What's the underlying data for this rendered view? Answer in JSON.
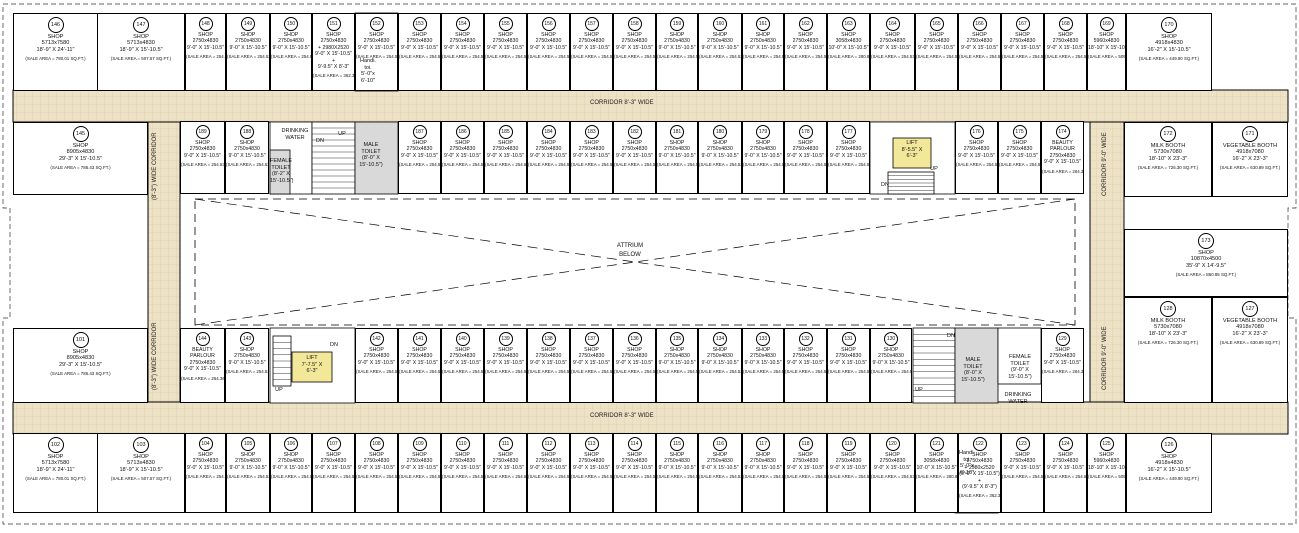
{
  "plan": {
    "corridor_top_label": "CORRIDOR 8'-3\" WIDE",
    "corridor_bottom_label": "CORRIDOR 8'-3\" WIDE",
    "corridor_left_top_label": "(8'-3\") WIDE CORRIDOR",
    "corridor_left_bottom_label": "(8'-3\") WIDE CORRIDOR",
    "corridor_right_top_label": "CORRIDOR 9'-0\" WIDE",
    "corridor_right_bottom_label": "CORRIDOR 9'-0\" WIDE",
    "atrium_line1": "ATTRIUM",
    "atrium_line2": "BELOW",
    "lift_top": [
      "LIFT",
      "8'-5.5\" X",
      "6'-3\""
    ],
    "lift_bottom": [
      "LIFT",
      "7'-7.5\" X",
      "6'-3\""
    ],
    "drinking_water_top": [
      "DRINKING",
      "WATER"
    ],
    "drinking_water_bottom": [
      "DRINKING",
      "WATER"
    ],
    "male_toilet_top": [
      "MALE",
      "TOILET",
      "(8'-0\" X",
      "15'-10.5\")"
    ],
    "female_toilet_top": [
      "FEMALE",
      "TOILET",
      "(8'-2\" X",
      "15'-10.5\")"
    ],
    "male_toilet_bottom": [
      "MALE",
      "TOILET",
      "(8'-0\" X",
      "15'-10.5\")"
    ],
    "female_toilet_bottom": [
      "FEMALE",
      "TOILET",
      "(9'-0\" X",
      "15'-10.5\")"
    ],
    "handi_top": [
      "Handi.",
      "toi.",
      "5'-0\"x",
      "6'-10\""
    ],
    "handi_bottom": [
      "Handi.",
      "toi.",
      "5'-0\"x",
      "6'-10\""
    ],
    "up_label": "UP",
    "dn_label": "DN"
  },
  "std": {
    "title": "SHOP",
    "dim": "2750x4830",
    "ft": "9'-0\" X 15'-10.5\"",
    "area": "(SALE AREA = 254.53 SQ.FT.)"
  },
  "top_row": [
    {
      "n": "147",
      "l": [
        "SHOP",
        "5713x4830",
        "18'-9\" X 15'-10.5\""
      ],
      "a": "(SALE AREA = 507.57 SQ.FT.)"
    },
    {
      "n": "148"
    },
    {
      "n": "149"
    },
    {
      "n": "150"
    },
    {
      "n": "151",
      "l": [
        "SHOP",
        "2750x4830",
        "+ 2980X2520",
        "9'-0\" X 15'-10.5\"",
        "+",
        "9'-9.5\" X 8'-3\""
      ],
      "a": "(SALE AREA = 362.36 SQ.FT.)"
    },
    {
      "n": "152"
    },
    {
      "n": "153"
    },
    {
      "n": "154"
    },
    {
      "n": "155"
    },
    {
      "n": "156"
    },
    {
      "n": "157"
    },
    {
      "n": "158"
    },
    {
      "n": "159"
    },
    {
      "n": "160"
    },
    {
      "n": "161"
    },
    {
      "n": "162"
    },
    {
      "n": "163",
      "l": [
        "SHOP",
        "3058x4830",
        "10'-0\" X 15'-10.5\""
      ],
      "a": "(SALE AREA = 280.80 SQ.FT.)"
    },
    {
      "n": "164"
    },
    {
      "n": "165"
    },
    {
      "n": "166"
    },
    {
      "n": "167"
    },
    {
      "n": "168"
    },
    {
      "n": "169",
      "l": [
        "SHOP",
        "5960x4830",
        "18'-10\" X 15'-10.5\""
      ],
      "a": "(SALE AREA = 509.05 SQ.FT.)"
    },
    {
      "n": "170",
      "l": [
        "SHOP",
        "4918x4830",
        "16'-2\" X 15'-10.5\""
      ],
      "a": "(SALE AREA = 449.90 SQ.FT.)"
    }
  ],
  "bottom_row": [
    {
      "n": "103",
      "l": [
        "SHOP",
        "5713x4830",
        "18'-9\" X 15'-10.5\""
      ],
      "a": "(SALE AREA = 507.57 SQ.FT.)"
    },
    {
      "n": "104"
    },
    {
      "n": "105"
    },
    {
      "n": "106"
    },
    {
      "n": "107"
    },
    {
      "n": "108"
    },
    {
      "n": "109"
    },
    {
      "n": "110"
    },
    {
      "n": "111"
    },
    {
      "n": "112"
    },
    {
      "n": "113"
    },
    {
      "n": "114"
    },
    {
      "n": "115"
    },
    {
      "n": "116"
    },
    {
      "n": "117"
    },
    {
      "n": "118"
    },
    {
      "n": "119"
    },
    {
      "n": "120"
    },
    {
      "n": "121",
      "l": [
        "SHOP",
        "3058x4830",
        "10'-0\" X 15'-10.5\""
      ],
      "a": "(SALE AREA = 280.80 SQ.FT.)"
    },
    {
      "n": "122",
      "l": [
        "SHOP",
        "2750x4830",
        "+ 2980x2520",
        "(9'-0\" X 15'-10.5\")",
        "+",
        "(9'-9.5\" X 8'-3\")"
      ],
      "a": "(SALE AREA = 362.36 SQ.FT.)"
    },
    {
      "n": "123"
    },
    {
      "n": "124"
    },
    {
      "n": "125",
      "l": [
        "SHOP",
        "5960x4830",
        "18'-10\" X 15'-10.5\""
      ],
      "a": "(SALE AREA = 509.05 SQ.FT.)"
    },
    {
      "n": "126",
      "l": [
        "SHOP",
        "4918x4830",
        "16'-2\" X 15'-10.5\""
      ],
      "a": "(SALE AREA = 449.90 SQ.FT.)"
    }
  ],
  "inner_top": [
    {
      "n": "189"
    },
    {
      "n": "188"
    },
    {
      "n": "187"
    },
    {
      "n": "186"
    },
    {
      "n": "185"
    },
    {
      "n": "184"
    },
    {
      "n": "183"
    },
    {
      "n": "182"
    },
    {
      "n": "181"
    },
    {
      "n": "180"
    },
    {
      "n": "179"
    },
    {
      "n": "178"
    },
    {
      "n": "177"
    },
    {
      "n": "176"
    },
    {
      "n": "175"
    },
    {
      "n": "174",
      "l": [
        "BEAUTY",
        "PARLOUR",
        "2750x4830",
        "9'-0\" X 15'-10.5\""
      ],
      "a": "(SALE AREA = 264.36 SQ.FT.)"
    }
  ],
  "inner_bottom": [
    {
      "n": "144",
      "l": [
        "BEAUTY",
        "PARLOUR",
        "2750x4830",
        "9'-0\" X 15'-10.5\""
      ],
      "a": "(SALE AREA = 264.36 SQ.FT.)"
    },
    {
      "n": "143"
    },
    {
      "n": "142"
    },
    {
      "n": "141"
    },
    {
      "n": "140"
    },
    {
      "n": "139"
    },
    {
      "n": "138"
    },
    {
      "n": "137"
    },
    {
      "n": "136"
    },
    {
      "n": "135"
    },
    {
      "n": "134"
    },
    {
      "n": "133"
    },
    {
      "n": "132"
    },
    {
      "n": "131"
    },
    {
      "n": "130"
    },
    {
      "n": "129",
      "l": [
        "SHOP",
        "2750x4830",
        "9'-0\" X 15'-10.5\""
      ],
      "a": "(SALE AREA = 264.36 SQ.FT.)"
    }
  ],
  "left_side": [
    {
      "n": "146",
      "l": [
        "SHOP",
        "5713x7580",
        "18'-9\" X 24'-11\""
      ],
      "a": "(SALE AREA = 780.01 SQ.FT.)"
    },
    {
      "n": "145",
      "l": [
        "SHOP",
        "8905x4830",
        "29'-3\" X 15'-10.5\""
      ],
      "a": "(SALE AREA = 786.43 SQ.FT.)"
    },
    {
      "n": "101",
      "l": [
        "SHOP",
        "8905x4830",
        "29'-3\" X 15'-10.5\""
      ],
      "a": "(SALE AREA = 786.43 SQ.FT.)"
    },
    {
      "n": "102",
      "l": [
        "SHOP",
        "5713x7580",
        "18'-9\" X 24'-11\""
      ],
      "a": "(SALE AREA = 780.01 SQ.FT.)"
    }
  ],
  "right_side": [
    {
      "n": "172",
      "l": [
        "MILK BOOTH",
        "5730x7080",
        "18'-10\" X 23'-3\""
      ],
      "a": "(SALE AREA = 726.30 SQ.FT.)"
    },
    {
      "n": "171",
      "l": [
        "VEGETABLE BOOTH",
        "4918x7080",
        "16'-2\" X 23'-3\""
      ],
      "a": "(SALE AREA = 630.89 SQ.FT.)"
    },
    {
      "n": "173",
      "l": [
        "SHOP",
        "10870x4500",
        "35'-9\" X 14'-9.5\""
      ],
      "a": "(SALE AREA = 860.85 SQ.FT.)"
    },
    {
      "n": "128",
      "l": [
        "MILK BOOTH",
        "5730x7080",
        "18'-10\" X 23'-3\""
      ],
      "a": "(SALE AREA = 726.30 SQ.FT.)"
    },
    {
      "n": "127",
      "l": [
        "VEGETABLE BOOTH",
        "4918x7080",
        "16'-2\" X 23'-3\""
      ],
      "a": "(SALE AREA = 630.89 SQ.FT.)"
    }
  ],
  "colors": {
    "corridor": "#eee2c6",
    "corridor_tile": "#dccda8",
    "wall": "#000000",
    "service": "#d9d9d9"
  }
}
